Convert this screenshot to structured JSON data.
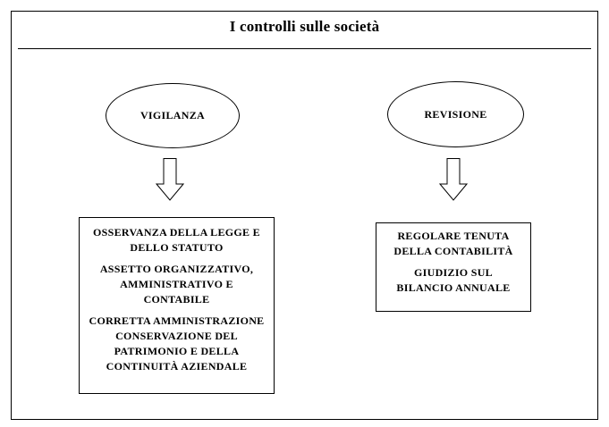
{
  "title": "I controlli sulle società",
  "nodes": {
    "vigilanza": {
      "label": "VIGILANZA",
      "items": [
        [
          "OSSERVANZA DELLA LEGGE E",
          "DELLO STATUTO"
        ],
        [
          "ASSETTO ORGANIZZATIVO,",
          "AMMINISTRATIVO E",
          "CONTABILE"
        ],
        [
          "CORRETTA AMMINISTRAZIONE",
          "CONSERVAZIONE DEL",
          "PATRIMONIO E DELLA",
          "CONTINUITÀ AZIENDALE"
        ]
      ]
    },
    "revisione": {
      "label": "REVISIONE",
      "items": [
        [
          "REGOLARE TENUTA",
          "DELLA CONTABILITÀ"
        ],
        [
          "GIUDIZIO SUL",
          "BILANCIO ANNUALE"
        ]
      ]
    }
  },
  "colors": {
    "stroke": "#000000",
    "background": "#ffffff"
  }
}
